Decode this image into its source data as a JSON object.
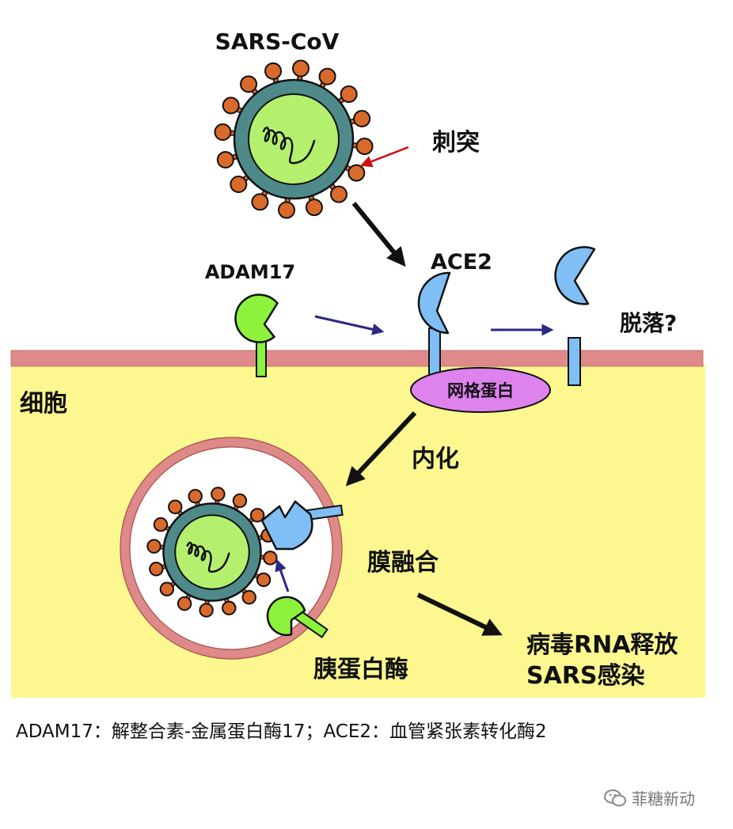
{
  "labels": {
    "virus": "SARS-CoV",
    "spike": "刺突",
    "adam17": "ADAM17",
    "ace2": "ACE2",
    "shedding": "脱落?",
    "cell": "细胞",
    "clathrin": "网格蛋白",
    "internalization": "内化",
    "membrane_fusion": "膜融合",
    "trypsin": "胰蛋白酶",
    "release_line1": "病毒RNA释放",
    "release_line2": "SARS感染"
  },
  "caption": "ADAM17：解整合素-金属蛋白酶17；ACE2：血管紧张素转化酶2",
  "watermark": "菲糖新动",
  "colors": {
    "cell_fill": "#fcf88f",
    "membrane": "#df8a8a",
    "virus_envelope": "#4e8a8a",
    "virus_core": "#b4f06e",
    "spike": "#d96a2b",
    "ace2": "#7fbff5",
    "adam17": "#8cf23c",
    "clathrin": "#de82ee",
    "arrow_black": "#111111",
    "arrow_navy": "#2a2885",
    "arrow_red": "#cc1111"
  }
}
